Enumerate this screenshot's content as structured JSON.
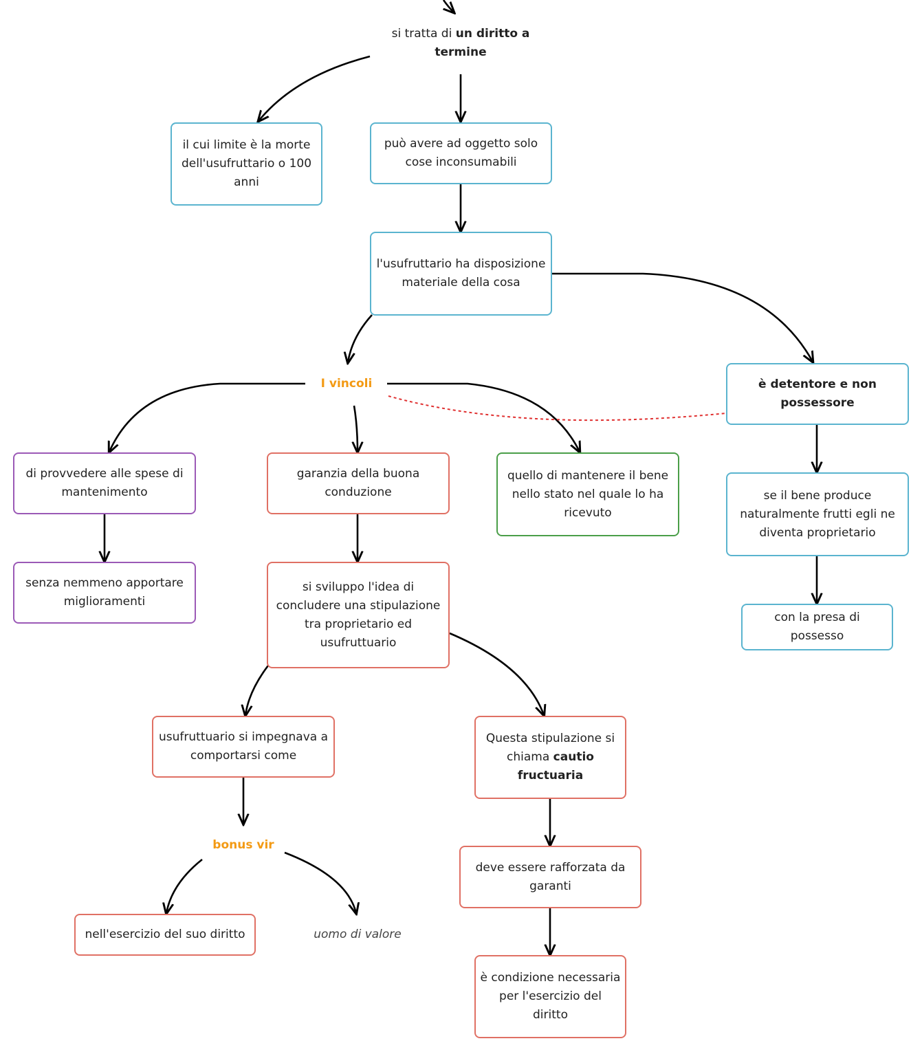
{
  "nodes": {
    "root": {
      "prefix": "si tratta di ",
      "bold": "un diritto a termine"
    },
    "limite": "il cui limite è la morte dell'usufruttario o 100 anni",
    "oggetto": "può avere ad oggetto solo cose inconsumabili",
    "disposizione": "l'usufruttario ha disposizione materiale della cosa",
    "detentore": "è detentore e non possessore",
    "frutti": "se il bene produce naturalmente frutti egli ne diventa proprietario",
    "presa": "con la presa di possesso",
    "vincoli": "I vincoli",
    "spese": "di provvedere alle spese di mantenimento",
    "miglioramenti": "senza nemmeno apportare miglioramenti",
    "garanzia": "garanzia della buona conduzione",
    "stipulazione": "si sviluppo l'idea di concludere una stipulazione tra proprietario ed usufruttuario",
    "mantenere": "quello di mantenere il bene nello stato nel quale lo ha ricevuto",
    "impegnava": "usufruttuario si impegnava a comportarsi come",
    "cautio": {
      "prefix": "Questa stipulazione si chiama ",
      "bold": "cautio fructuaria"
    },
    "bonus": "bonus vir",
    "esercizio": "nell'esercizio del suo diritto",
    "uomo": "uomo di valore",
    "garanti": "deve essere rafforzata da garanti",
    "condizione": "è condizione necessaria per l'esercizio del diritto"
  },
  "colors": {
    "blue": "#5ab4cf",
    "purple": "#9b59b6",
    "red": "#e07064",
    "green": "#4a9e48",
    "orange": "#f39a14",
    "dashed_link": "#e03030"
  }
}
